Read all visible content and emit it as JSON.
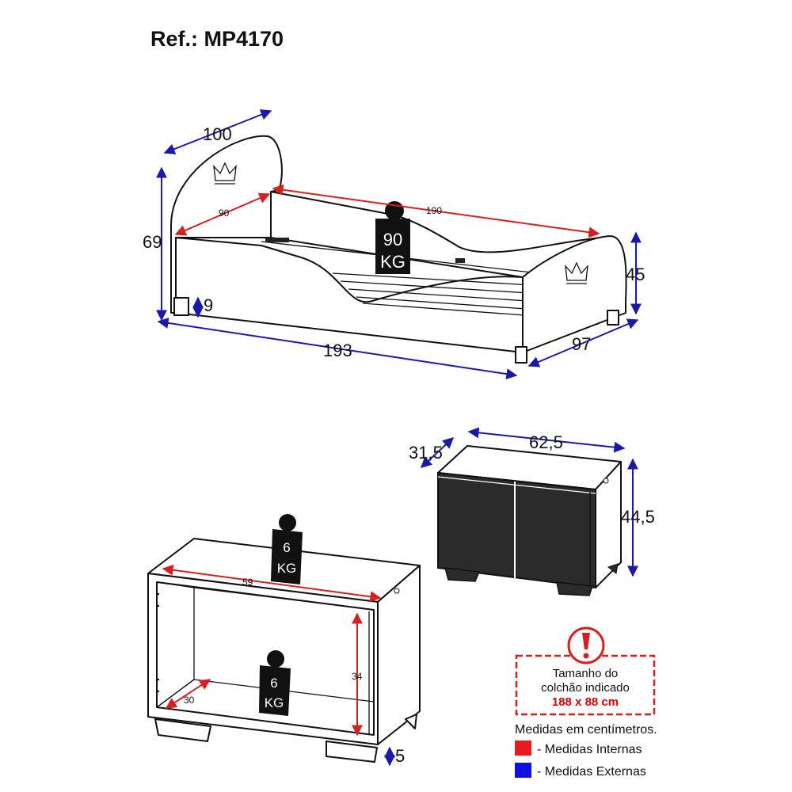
{
  "title": "Ref.: MP4170",
  "bed": {
    "dims": {
      "head_width": "100",
      "head_height": "69",
      "inner_width": "90",
      "inner_length": "190",
      "leg_height": "9",
      "total_length": "193",
      "total_width": "97",
      "foot_height": "45"
    },
    "weight": {
      "value": "90",
      "unit": "KG"
    }
  },
  "cabinet": {
    "depth": "31,5",
    "width": "62,5",
    "height": "44,5"
  },
  "shelf": {
    "inner_width": "59",
    "inner_height": "34",
    "inner_depth": "30",
    "leg_height": "5",
    "top_weight": {
      "value": "6",
      "unit": "KG"
    },
    "bottom_weight": {
      "value": "6",
      "unit": "KG"
    }
  },
  "mattress_note": {
    "line1": "Tamanho do",
    "line2": "colchão indicado",
    "size": "188 x 88 cm"
  },
  "legend": {
    "title": "Medidas em centímetros.",
    "internal": "- Medidas Internas",
    "external": "- Medidas Externas",
    "internal_color": "#e81c1c",
    "external_color": "#1010e0"
  }
}
